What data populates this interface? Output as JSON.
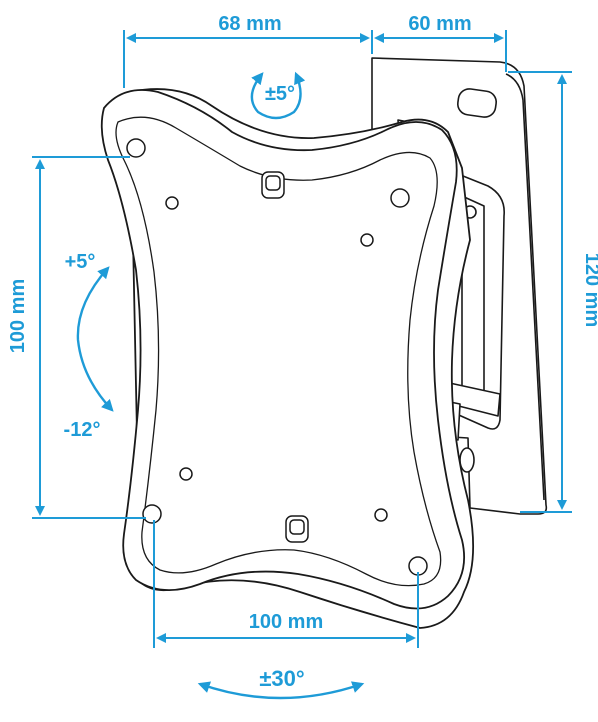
{
  "accent_color": "#1e9bd7",
  "outline_color": "#1a1a1a",
  "dimensions": {
    "plate_top_width": "68 mm",
    "wall_plate_width": "60 mm",
    "wall_plate_height": "120 mm",
    "vesa_vertical": "100 mm",
    "vesa_horizontal": "100 mm"
  },
  "angles": {
    "rotation": "±5°",
    "tilt_up": "+5°",
    "tilt_down": "-12°",
    "swivel": "±30°"
  }
}
